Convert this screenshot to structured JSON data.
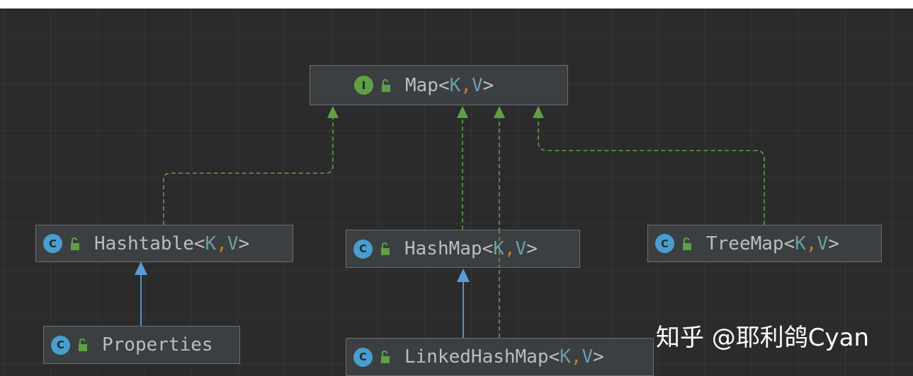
{
  "nodes": {
    "map": {
      "name": "Map",
      "lt": "<",
      "k": "K",
      "comma": ",",
      "v": "V",
      "gt": ">",
      "badge": "I",
      "kind": "interface"
    },
    "hashtable": {
      "name": "Hashtable",
      "lt": "<",
      "k": "K",
      "comma": ",",
      "v": "V",
      "gt": ">",
      "badge": "C",
      "kind": "class"
    },
    "hashmap": {
      "name": "HashMap",
      "lt": "<",
      "k": "K",
      "comma": ",",
      "v": "V",
      "gt": ">",
      "badge": "C",
      "kind": "class"
    },
    "treemap": {
      "name": "TreeMap",
      "lt": "<",
      "k": "K",
      "comma": ",",
      "v": "V",
      "gt": ">",
      "badge": "C",
      "kind": "class"
    },
    "properties": {
      "name": "Properties",
      "badge": "C",
      "kind": "class"
    },
    "linkedhashmap": {
      "name": "LinkedHashMap",
      "lt": "<",
      "k": "K",
      "comma": ",",
      "v": "V",
      "gt": ">",
      "badge": "C",
      "kind": "class"
    }
  },
  "edges": [
    {
      "from": "hashtable",
      "to": "map",
      "relation": "implements"
    },
    {
      "from": "hashmap",
      "to": "map",
      "relation": "implements"
    },
    {
      "from": "linkedhashmap",
      "to": "map",
      "relation": "implements"
    },
    {
      "from": "treemap",
      "to": "map",
      "relation": "implements"
    },
    {
      "from": "properties",
      "to": "hashtable",
      "relation": "extends"
    },
    {
      "from": "linkedhashmap",
      "to": "hashmap",
      "relation": "extends"
    }
  ],
  "colors": {
    "background": "#2b2b2b",
    "implements_edge": "#5fa044",
    "extends_edge": "#5a9ddb",
    "class_badge": "#4a9ecf",
    "interface_badge": "#5fa044",
    "type_param": "#6a9fa8",
    "comma": "#cc7832"
  },
  "icons": {
    "class": "class-c-icon",
    "interface": "interface-i-icon",
    "visibility": "unlocked-padlock-icon"
  },
  "watermark": "知乎 @耶利鸽Cyan"
}
